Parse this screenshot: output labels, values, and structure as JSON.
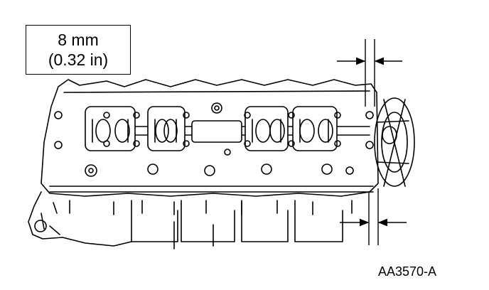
{
  "callout": {
    "metric": "8 mm",
    "imperial": "(0.32 in)"
  },
  "figure_id": "AA3570-A",
  "colors": {
    "line": "#000000",
    "background": "#ffffff"
  }
}
